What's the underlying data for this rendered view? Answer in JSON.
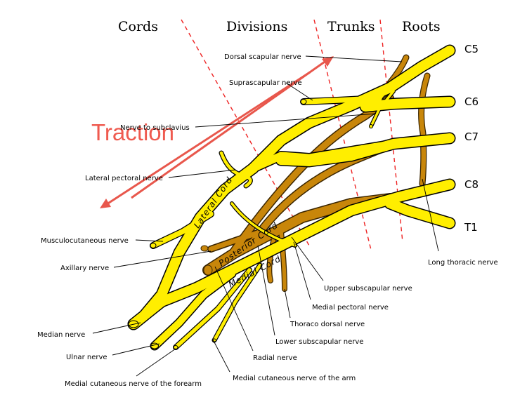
{
  "headers": {
    "cords": "Cords",
    "divisions": "Divisions",
    "trunks": "Trunks",
    "roots": "Roots"
  },
  "roots": {
    "c5": "C5",
    "c6": "C6",
    "c7": "C7",
    "c8": "C8",
    "t1": "T1"
  },
  "traction_label": "Traction",
  "cords": {
    "lateral": "Lateral Cord",
    "posterior": "Posterior Cord",
    "medial": "Medial Cord"
  },
  "nerves": {
    "dorsal_scapular": "Dorsal scapular nerve",
    "suprascapular": "Suprascapular nerve",
    "subclavius": "Nerve to subclavius",
    "lateral_pectoral": "Lateral pectoral nerve",
    "musculocutaneous": "Musculocutaneous nerve",
    "axillary": "Axillary nerve",
    "median": "Median nerve",
    "ulnar": "Ulnar nerve",
    "medial_cutaneous_forearm": "Medial cutaneous nerve of the forearm",
    "medial_cutaneous_arm": "Medial cutaneous nerve of the arm",
    "radial": "Radial nerve",
    "lower_subscapular": "Lower subscapular nerve",
    "thoraco_dorsal": "Thoraco dorsal nerve",
    "medial_pectoral": "Medial pectoral nerve",
    "upper_subscapular": "Upper subscapular nerve",
    "long_thoracic": "Long thoracic nerve"
  },
  "colors": {
    "anterior_nerves": "#ffee00",
    "posterior_nerves": "#c8860a",
    "divisions_lines": "#ee2222",
    "traction_arrows": "#e8574c"
  }
}
